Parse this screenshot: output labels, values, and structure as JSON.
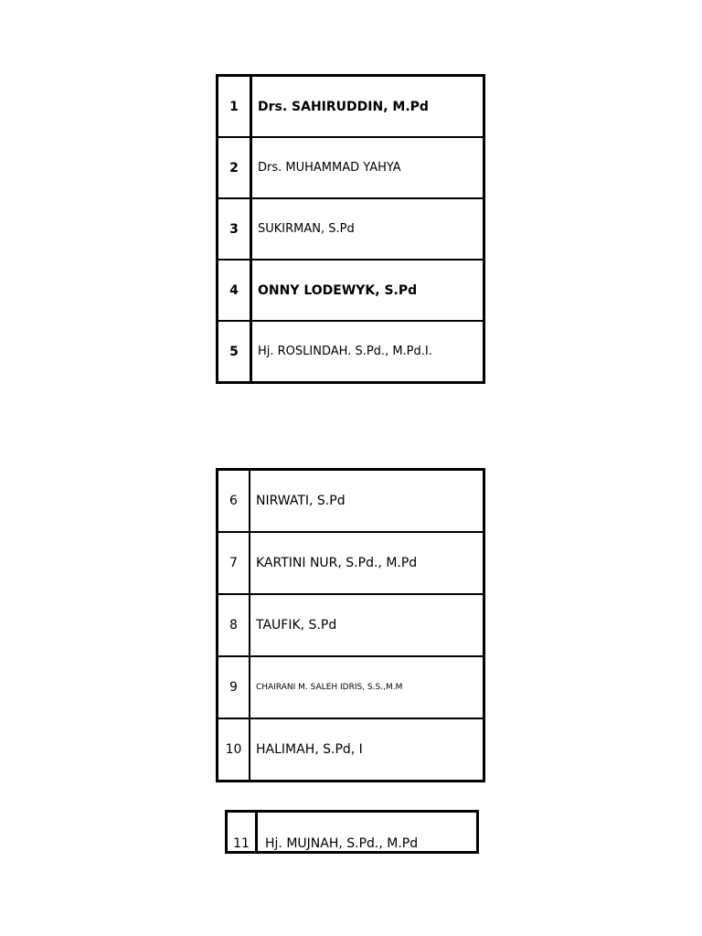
{
  "table_1": [
    {
      "number": "1",
      "name": "Drs. SAHIRUDDIN, M.Pd"
    },
    {
      "number": "2",
      "name": "Drs. MUHAMMAD YAHYA"
    },
    {
      "number": "3",
      "name": "SUKIRMAN, S.Pd"
    },
    {
      "number": "4",
      "name": "ONNY LODEWYK, S.Pd"
    },
    {
      "number": "5",
      "name": "Hj. ROSLINDAH. S.Pd., M.Pd.I."
    }
  ],
  "table_2": [
    {
      "number": "6",
      "name": "NIRWATI, S.Pd"
    },
    {
      "number": "7",
      "name": "KARTINI NUR, S.Pd., M.Pd"
    },
    {
      "number": "8",
      "name": "TAUFIK, S.Pd"
    },
    {
      "number": "9",
      "name": "CHAIRANI M. SALEH IDRIS, S.S.,M.M"
    },
    {
      "number": "10",
      "name": "HALIMAH, S.Pd, I"
    }
  ],
  "row_11": {
    "number": "11",
    "name": "Hj. MUJNAH, S.Pd., M.Pd"
  }
}
